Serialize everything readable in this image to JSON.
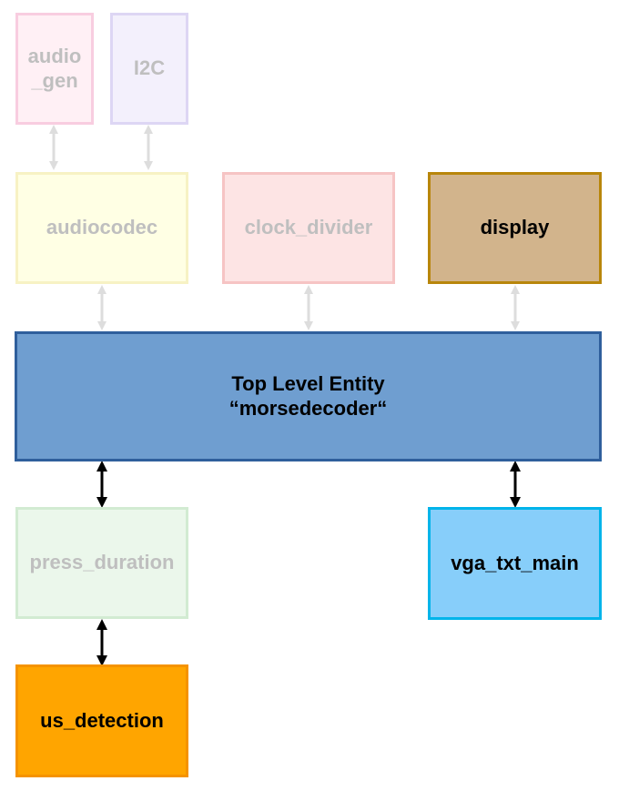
{
  "blocks": {
    "audio_gen": {
      "label_line1": "audio",
      "label_line2": "_gen",
      "fill": "#fff0f5",
      "border": "#f8cde0"
    },
    "i2c": {
      "label": "I2C",
      "fill": "#f3f0fc",
      "border": "#ddd6f4"
    },
    "audiocodec": {
      "label": "audiocodec",
      "fill": "#ffffe4",
      "border": "#f7f2c4"
    },
    "clock_divider": {
      "label": "clock_divider",
      "fill": "#fde4e4",
      "border": "#f6c4c4"
    },
    "display": {
      "label": "display",
      "fill": "#d2b48c",
      "border": "#b8860b"
    },
    "top_level": {
      "label_line1": "Top Level Entity",
      "label_line2": "“morsedecoder“",
      "fill": "#6f9ed0",
      "border": "#2f5f9c"
    },
    "press_duration": {
      "label": "press_duration",
      "fill": "#ebf7eb",
      "border": "#d2ebd2"
    },
    "vga_txt_main": {
      "label": "vga_txt_main",
      "fill": "#87cefa",
      "border": "#00b4ea"
    },
    "us_detection": {
      "label": "us_detection",
      "fill": "#ffa500",
      "border": "#f59300"
    }
  },
  "arrow_colors": {
    "faded": "#dddddd",
    "active": "#000000"
  }
}
